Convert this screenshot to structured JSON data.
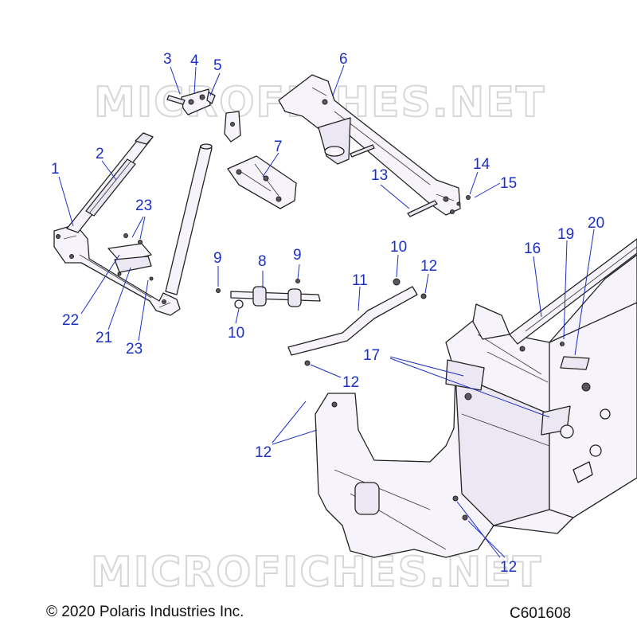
{
  "watermark": {
    "text": "MICROFICHES.NET"
  },
  "callouts": {
    "c1": "1",
    "c2": "2",
    "c3": "3",
    "c4": "4",
    "c5": "5",
    "c6": "6",
    "c7": "7",
    "c8": "8",
    "c9": "9",
    "c10": "10",
    "c11": "11",
    "c12": "12",
    "c13": "13",
    "c14": "14",
    "c15": "15",
    "c16": "16",
    "c17": "17",
    "c19": "19",
    "c20": "20",
    "c21": "21",
    "c22": "22",
    "c23": "23"
  },
  "footer": {
    "copyright": "© 2020 Polaris Industries Inc.",
    "drawing_number": "C601608"
  },
  "colors": {
    "callout": "#1a2fc4",
    "line": "#222222",
    "part_fill": "#f6f3fa",
    "watermark": "#d7d7d7"
  }
}
